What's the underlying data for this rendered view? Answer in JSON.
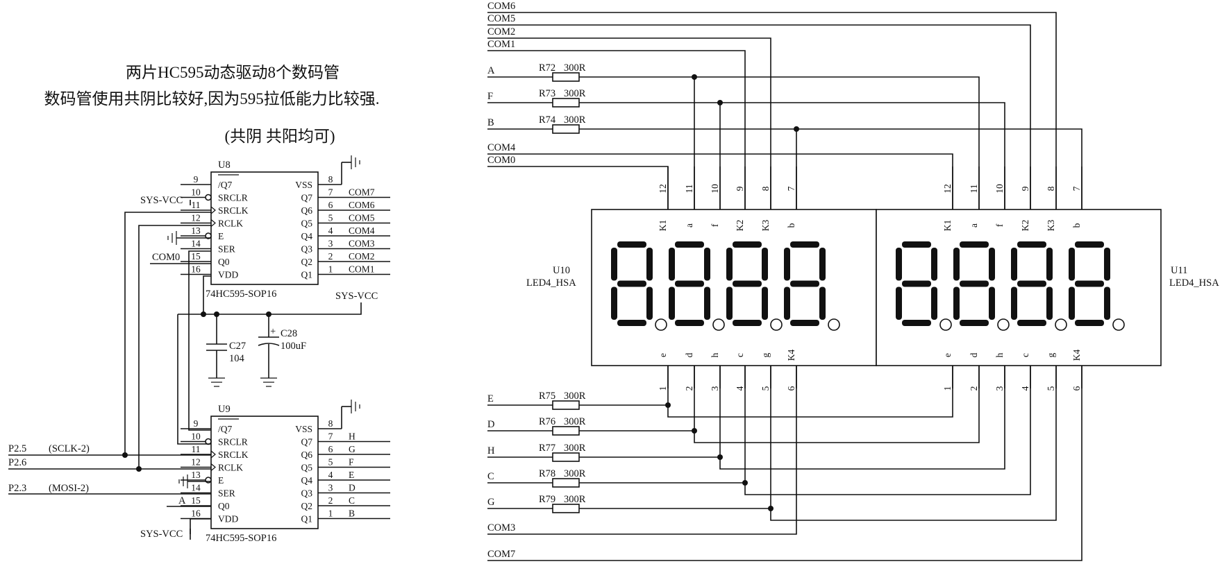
{
  "title": {
    "line1": "两片HC595动态驱动8个数码管",
    "line2": "数码管使用共阴比较好,因为595拉低能力比较强.",
    "line3": "(共阴 共阳均可)"
  },
  "u8": {
    "ref": "U8",
    "part": "74HC595-SOP16",
    "left_pins": [
      {
        "num": "9",
        "name": "/Q7",
        "net": ""
      },
      {
        "num": "10",
        "name": "SRCLR",
        "net": "SYS-VCC"
      },
      {
        "num": "11",
        "name": "SRCLK",
        "net": ""
      },
      {
        "num": "12",
        "name": "RCLK",
        "net": ""
      },
      {
        "num": "13",
        "name": "E",
        "net": ""
      },
      {
        "num": "14",
        "name": "SER",
        "net": ""
      },
      {
        "num": "15",
        "name": "Q0",
        "net": "COM0"
      },
      {
        "num": "16",
        "name": "VDD",
        "net": ""
      }
    ],
    "right_pins": [
      {
        "num": "8",
        "name": "VSS",
        "net": ""
      },
      {
        "num": "7",
        "name": "Q7",
        "net": "COM7"
      },
      {
        "num": "6",
        "name": "Q6",
        "net": "COM6"
      },
      {
        "num": "5",
        "name": "Q5",
        "net": "COM5"
      },
      {
        "num": "4",
        "name": "Q4",
        "net": "COM4"
      },
      {
        "num": "3",
        "name": "Q3",
        "net": "COM3"
      },
      {
        "num": "2",
        "name": "Q2",
        "net": "COM2"
      },
      {
        "num": "1",
        "name": "Q1",
        "net": "COM1"
      }
    ]
  },
  "u9": {
    "ref": "U9",
    "part": "74HC595-SOP16",
    "left_pins": [
      {
        "num": "9",
        "name": "/Q7",
        "net": ""
      },
      {
        "num": "10",
        "name": "SRCLR",
        "net": ""
      },
      {
        "num": "11",
        "name": "SRCLK",
        "net": ""
      },
      {
        "num": "12",
        "name": "RCLK",
        "net": ""
      },
      {
        "num": "13",
        "name": "E",
        "net": ""
      },
      {
        "num": "14",
        "name": "SER",
        "net": ""
      },
      {
        "num": "15",
        "name": "Q0",
        "net": "A"
      },
      {
        "num": "16",
        "name": "VDD",
        "net": "SYS-VCC"
      }
    ],
    "right_pins": [
      {
        "num": "8",
        "name": "VSS",
        "net": ""
      },
      {
        "num": "7",
        "name": "Q7",
        "net": "H"
      },
      {
        "num": "6",
        "name": "Q6",
        "net": "G"
      },
      {
        "num": "5",
        "name": "Q5",
        "net": "F"
      },
      {
        "num": "4",
        "name": "Q4",
        "net": "E"
      },
      {
        "num": "3",
        "name": "Q3",
        "net": "D"
      },
      {
        "num": "2",
        "name": "Q2",
        "net": "C"
      },
      {
        "num": "1",
        "name": "Q1",
        "net": "B"
      }
    ]
  },
  "mcu": {
    "p25": "P2.5",
    "p25_note": "(SCLK-2)",
    "p26": "P2.6",
    "p23": "P2.3",
    "p23_note": "(MOSI-2)"
  },
  "power": {
    "vcc": "SYS-VCC",
    "c27_ref": "C27",
    "c27_val": "104",
    "c28_ref": "C28",
    "c28_val": "100uF"
  },
  "left_nets": [
    "COM6",
    "COM5",
    "COM2",
    "COM1",
    "A",
    "F",
    "B",
    "COM4",
    "COM0",
    "E",
    "D",
    "H",
    "C",
    "G",
    "COM3",
    "COM7"
  ],
  "resistors": [
    {
      "ref": "R72",
      "val": "300R"
    },
    {
      "ref": "R73",
      "val": "300R"
    },
    {
      "ref": "R74",
      "val": "300R"
    },
    {
      "ref": "R75",
      "val": "300R"
    },
    {
      "ref": "R76",
      "val": "300R"
    },
    {
      "ref": "R77",
      "val": "300R"
    },
    {
      "ref": "R78",
      "val": "300R"
    },
    {
      "ref": "R79",
      "val": "300R"
    }
  ],
  "u10": {
    "ref": "U10",
    "part": "LED4_HSA"
  },
  "u11": {
    "ref": "U11",
    "part": "LED4_HSA"
  },
  "led_top_nums": [
    "12",
    "11",
    "10",
    "9",
    "8",
    "7"
  ],
  "led_top_names": [
    "K1",
    "a",
    "f",
    "K2",
    "K3",
    "b"
  ],
  "led_bot_nums": [
    "1",
    "2",
    "3",
    "4",
    "5",
    "6"
  ],
  "led_bot_names": [
    "e",
    "d",
    "h",
    "c",
    "g",
    "K4"
  ]
}
